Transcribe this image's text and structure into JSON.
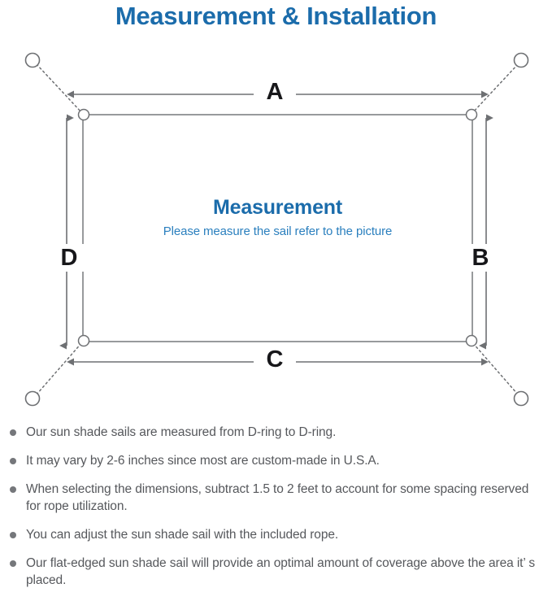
{
  "page": {
    "title": "Measurement & Installation",
    "background_color": "#ffffff",
    "accent_blue": "#1b6cab",
    "subtitle_blue": "#2a7fbe",
    "line_gray": "#6e7073",
    "text_gray": "#56585c"
  },
  "diagram": {
    "name": "sun-shade-sail-measurement-diagram",
    "sail_caption": {
      "title": "Measurement",
      "subtitle": "Please measure the sail refer to the picture"
    },
    "dimension_labels": {
      "top": "A",
      "right": "B",
      "bottom": "C",
      "left": "D"
    },
    "corner_rings": [
      {
        "name": "d-ring-top-left",
        "position": "top-left"
      },
      {
        "name": "d-ring-top-right",
        "position": "top-right"
      },
      {
        "name": "d-ring-bottom-right",
        "position": "bottom-right"
      },
      {
        "name": "d-ring-bottom-left",
        "position": "bottom-left"
      }
    ],
    "anchor_points": [
      {
        "name": "anchor-point-top-left",
        "position": "top-left"
      },
      {
        "name": "anchor-point-top-right",
        "position": "top-right"
      },
      {
        "name": "anchor-point-bottom-right",
        "position": "bottom-right"
      },
      {
        "name": "anchor-point-bottom-left",
        "position": "bottom-left"
      }
    ],
    "rope_style": "dotted",
    "arrow_style": "double-headed"
  },
  "notes": [
    {
      "text": "Our sun shade sails are measured from D-ring to D-ring."
    },
    {
      "text": "It may vary by 2-6 inches since most are custom-made in U.S.A."
    },
    {
      "text": "When selecting the dimensions, subtract 1.5 to 2 feet to account for some spacing reserved for rope utilization."
    },
    {
      "text": "You can adjust the sun shade sail with the included rope."
    },
    {
      "text": "Our flat-edged sun shade sail will provide an optimal amount of coverage above the area it’ s placed."
    }
  ]
}
